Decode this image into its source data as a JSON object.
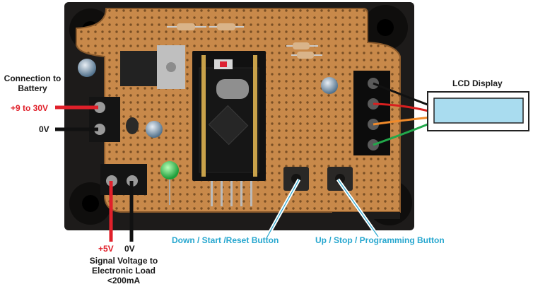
{
  "labels": {
    "battery_connection": "Connection to Battery",
    "battery_positive": "+9 to 30V",
    "battery_ground": "0V",
    "lcd_display": "LCD Display",
    "signal_positive": "+5V",
    "signal_ground": "0V",
    "signal_title": "Signal Voltage to Electronic Load <200mA",
    "down_button": "Down / Start /Reset Button",
    "up_button": "Up / Stop / Programming Button"
  },
  "colors": {
    "positive_wire": "#e0202a",
    "ground_wire": "#111111",
    "button_pointer": "#ffffff",
    "button_label": "#27a7cf",
    "lcd_screen": "#a9dcef",
    "board": "#c8894a",
    "enclosure": "#1d1b1a",
    "arduino_board": "#111111",
    "led": "#2bd24d",
    "lcd_wire_red": "#d81f1f",
    "lcd_wire_orange": "#f08a2a",
    "lcd_wire_green": "#22a84a"
  }
}
